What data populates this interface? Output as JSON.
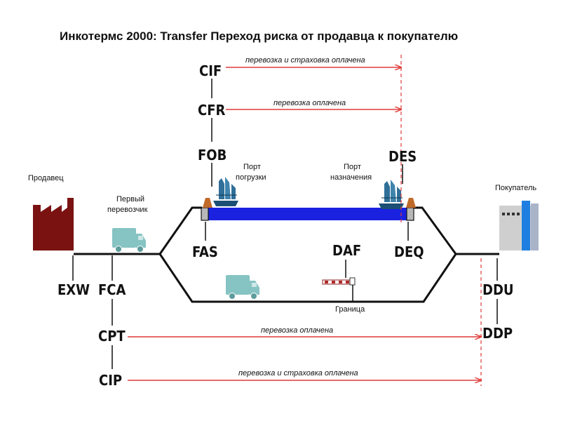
{
  "title": "Инкотермс 2000: Transfer Переход риска от продавца к покупателю",
  "parties": {
    "seller": "Продавец",
    "first_carrier": [
      "Первый",
      "перевозчик"
    ],
    "buyer": "Покупатель"
  },
  "ports": {
    "loading": [
      "Порт",
      "погрузки"
    ],
    "destination": [
      "Порт",
      "назначения"
    ]
  },
  "border": "Граница",
  "terms": {
    "cif": "CIF",
    "cfr": "CFR",
    "fob": "FOB",
    "des": "DES",
    "fas": "FAS",
    "daf": "DAF",
    "deq": "DEQ",
    "exw": "EXW",
    "fca": "FCA",
    "cpt": "CPT",
    "cip": "CIP",
    "ddu": "DDU",
    "ddp": "DDP"
  },
  "arrows": {
    "cif": "перевозка и страховка оплачена",
    "cfr": "перевозка оплачена",
    "cpt": "перевозка оплачена",
    "cip": "перевозка и страховка оплачена"
  },
  "colors": {
    "factory": "#7a1212",
    "truck": "#86c3c3",
    "water": "#1a22e0",
    "arrow": "#e03a3a",
    "line": "#111111",
    "building": "#cfcfcf",
    "building_accent": "#1f7fe0"
  }
}
